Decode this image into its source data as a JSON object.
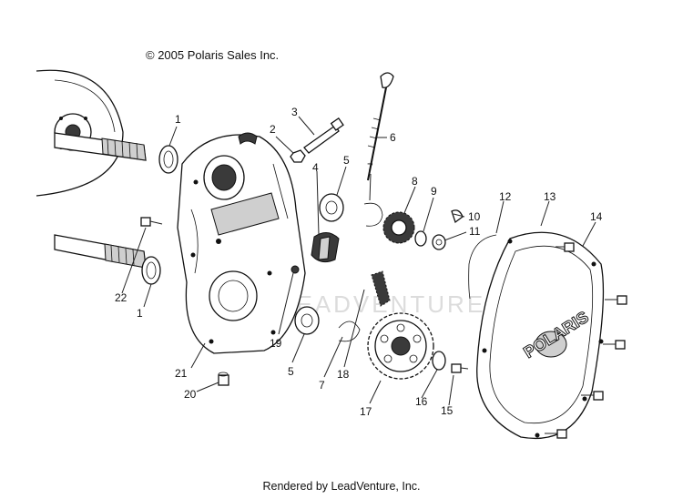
{
  "copyright": "© 2005 Polaris Sales Inc.",
  "footer": "Rendered by LeadVenture, Inc.",
  "watermark": "LEADVENTURE",
  "cover_logo": "POLARIS",
  "callouts": [
    "1",
    "2",
    "3",
    "4",
    "5",
    "6",
    "7",
    "8",
    "9",
    "10",
    "11",
    "12",
    "13",
    "14",
    "15",
    "16",
    "17",
    "18",
    "19",
    "20",
    "21",
    "22",
    "1",
    "5",
    "7"
  ]
}
